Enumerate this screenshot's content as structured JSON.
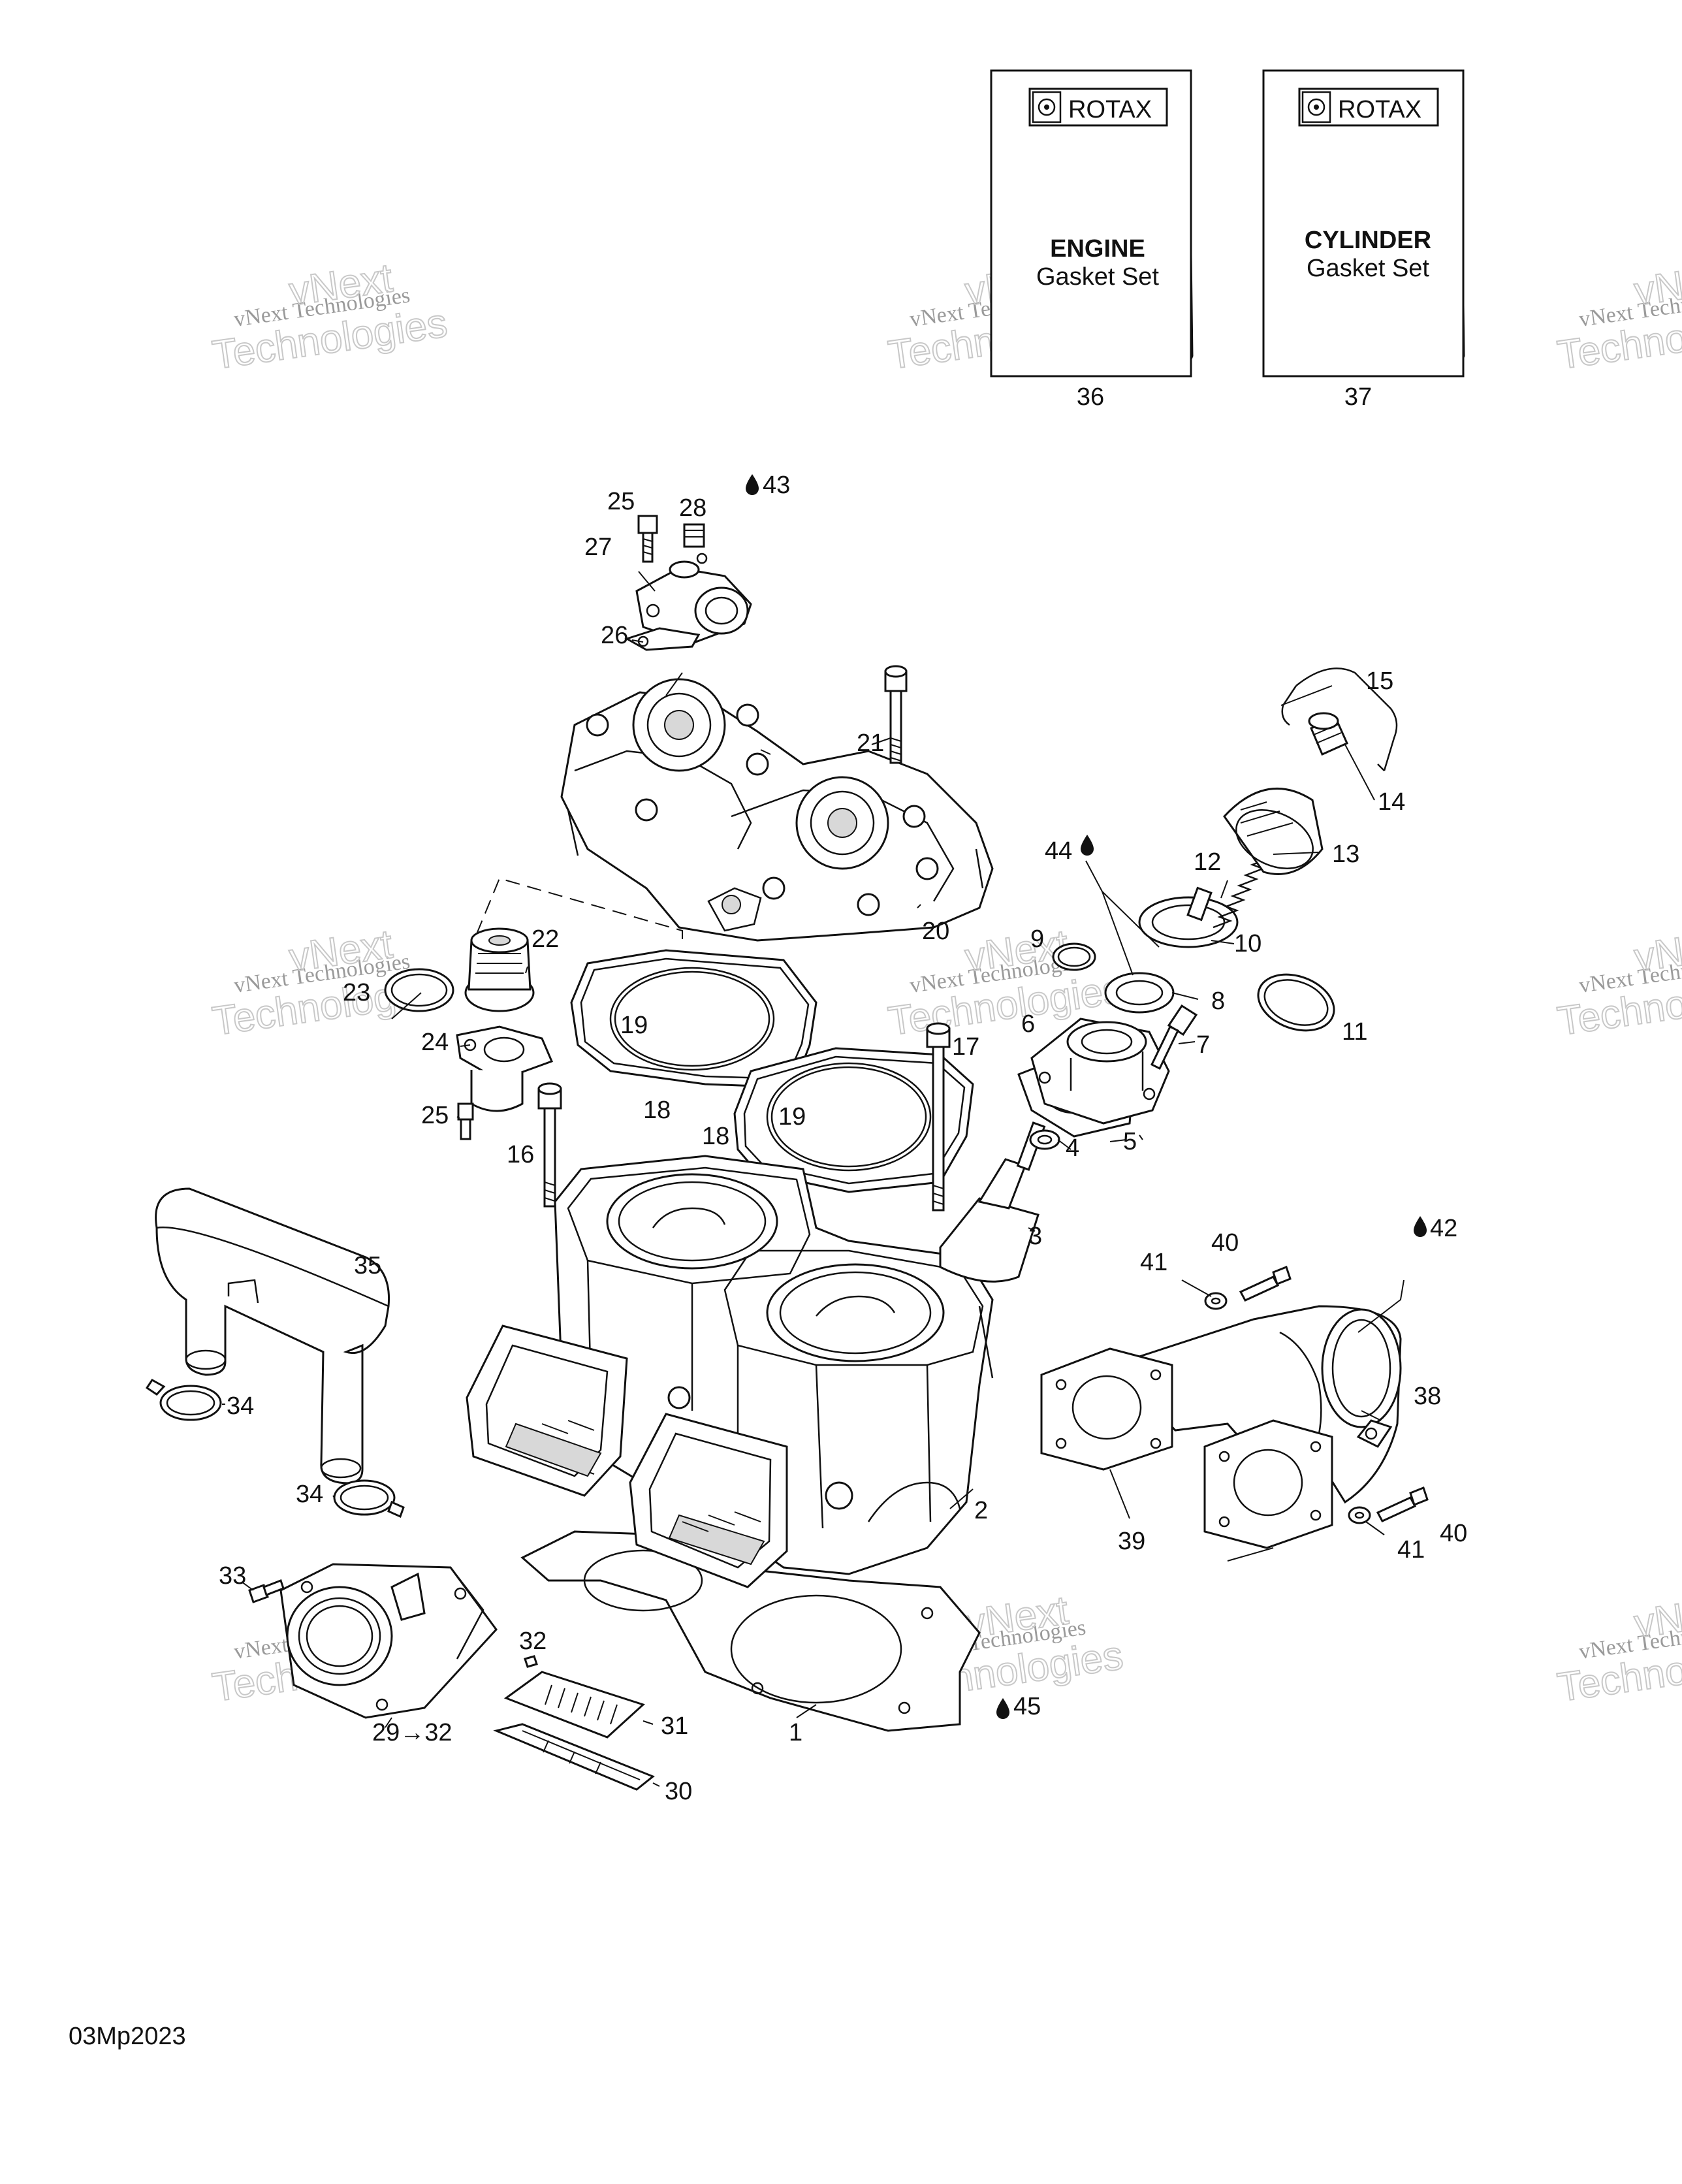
{
  "drawing_code": "03Mp2023",
  "kits": [
    {
      "brand": "ROTAX",
      "line1": "ENGINE",
      "line2": "Gasket Set",
      "number": "36"
    },
    {
      "brand": "ROTAX",
      "line1": "CYLINDER",
      "line2": "Gasket Set",
      "number": "37"
    }
  ],
  "watermark": {
    "line1": "vNext Technologies",
    "line2": "vNext",
    "line3": "Technologies"
  },
  "labels": {
    "n1": "1",
    "n2": "2",
    "n3": "3",
    "n4": "4",
    "n5": "5",
    "n6": "6",
    "n7": "7",
    "n8": "8",
    "n9": "9",
    "n10": "10",
    "n11": "11",
    "n12": "12",
    "n13": "13",
    "n14": "14",
    "n15": "15",
    "n16": "16",
    "n17": "17",
    "n18a": "18",
    "n18b": "18",
    "n19a": "19",
    "n19b": "19",
    "n20": "20",
    "n21": "21",
    "n22": "22",
    "n23": "23",
    "n24": "24",
    "n25a": "25",
    "n25b": "25",
    "n26": "26",
    "n27": "27",
    "n28": "28",
    "n29": "29→32",
    "n30": "30",
    "n31": "31",
    "n32": "32",
    "n33": "33",
    "n34a": "34",
    "n34b": "34",
    "n35": "35",
    "n38": "38",
    "n39": "39",
    "n40a": "40",
    "n40b": "40",
    "n41a": "41",
    "n41b": "41",
    "n42": "42",
    "n43": "43",
    "n44": "44",
    "n45": "45"
  }
}
